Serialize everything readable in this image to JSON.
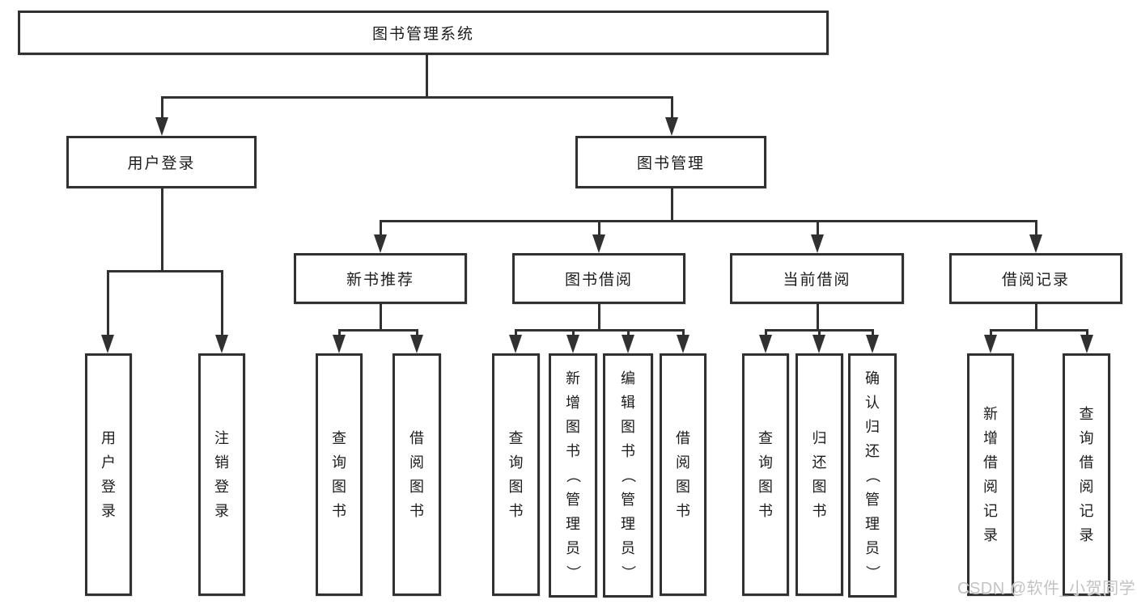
{
  "diagram": {
    "type": "tree",
    "root": "图书管理系统",
    "level1": {
      "user_login": "用户登录",
      "book_mgmt": "图书管理"
    },
    "level2": {
      "new_book_rec": "新书推荐",
      "book_borrow": "图书借阅",
      "current_borrow": "当前借阅",
      "borrow_record": "借阅记录"
    },
    "leaves": {
      "login_1": "用户登录",
      "login_2": "注销登录",
      "newbook_1": "查询图书",
      "newbook_2": "借阅图书",
      "borrow_1": "查询图书",
      "borrow_2": "新增图书（管理员）",
      "borrow_3": "编辑图书（管理员）",
      "borrow_4": "借阅图书",
      "current_1": "查询图书",
      "current_2": "归还图书",
      "current_3": "确认归还（管理员）",
      "record_1": "新增借阅记录",
      "record_2": "查询借阅记录"
    },
    "hierarchy": {
      "图书管理系统": {
        "用户登录": [
          "用户登录",
          "注销登录"
        ],
        "图书管理": {
          "新书推荐": [
            "查询图书",
            "借阅图书"
          ],
          "图书借阅": [
            "查询图书",
            "新增图书（管理员）",
            "编辑图书（管理员）",
            "借阅图书"
          ],
          "当前借阅": [
            "查询图书",
            "归还图书",
            "确认归还（管理员）"
          ],
          "借阅记录": [
            "新增借阅记录",
            "查询借阅记录"
          ]
        }
      }
    }
  },
  "watermark": {
    "text": "CSDN @软件_小贺同学",
    "color": "#c3c3c3"
  },
  "colors": {
    "line": "#313131",
    "background": "#ffffff",
    "text": "#1c1c1c"
  }
}
